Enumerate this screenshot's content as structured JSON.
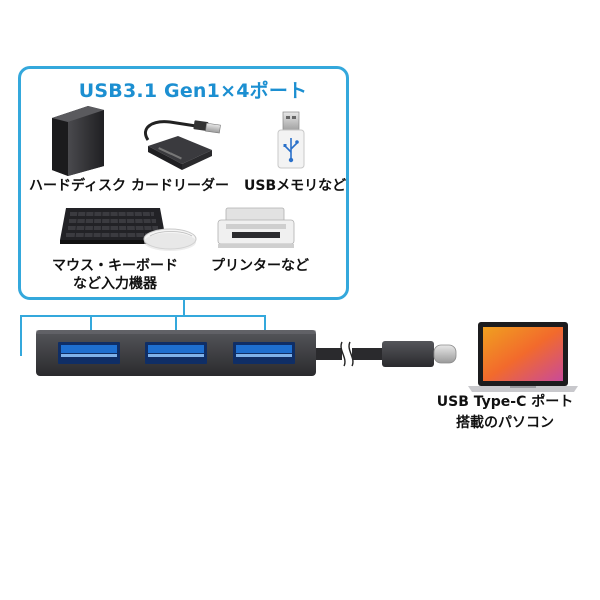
{
  "title": "USB3.1 Gen1×4ポート",
  "devices": {
    "hdd": "ハードディスク",
    "card_reader": "カードリーダー",
    "usb_memory": "USBメモリなど",
    "mouse_keyboard_line1": "マウス・キーボード",
    "mouse_keyboard_line2": "など入力機器",
    "printer": "プリンターなど"
  },
  "pc_caption": {
    "line1": "USB Type-C ポート",
    "line2": "搭載のパソコン"
  },
  "colors": {
    "panel_border": "#34a8dc",
    "title": "#1c8fd1",
    "usb_port_blue": "#1e6fd0",
    "hub_body": "#3a3a3e"
  },
  "icons": [
    "hard-disk-icon",
    "card-reader-icon",
    "usb-memory-icon",
    "keyboard-icon",
    "mouse-icon",
    "printer-icon",
    "usb-hub",
    "type-c-cable",
    "laptop-icon"
  ]
}
